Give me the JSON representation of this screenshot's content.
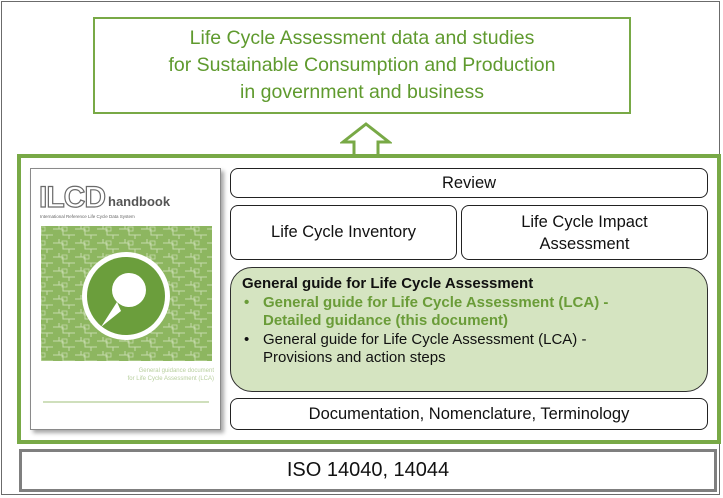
{
  "top_box": {
    "line1": "Life Cycle Assessment data and studies",
    "line2": "for  Sustainable Consumption and Production",
    "line3": "in government and business"
  },
  "cover": {
    "logo": "ILCD",
    "logo_suffix": "handbook",
    "subtitle": "International Reference Life Cycle Data System",
    "doc_title_line1": "General guidance document",
    "doc_title_line2": "for Life Cycle Assessment (LCA)"
  },
  "boxes": {
    "review": "Review",
    "lci": "Life Cycle Inventory",
    "lcia_line1": "Life Cycle Impact",
    "lcia_line2": "Assessment",
    "documentation": "Documentation, Nomenclature, Terminology"
  },
  "guide": {
    "title": "General guide for Life Cycle Assessment",
    "items": [
      {
        "line1": "General guide for Life Cycle Assessment (LCA) -",
        "line2": "Detailed guidance (this document)"
      },
      {
        "line1": "General guide for Life Cycle Assessment (LCA) -",
        "line2": "Provisions and action steps"
      }
    ]
  },
  "iso": "ISO 14040, 14044",
  "colors": {
    "green_border": "#78a946",
    "green_text": "#5f9a2e",
    "highlight_fill": "#d5e4c1",
    "iso_border": "#7f7f7f"
  }
}
